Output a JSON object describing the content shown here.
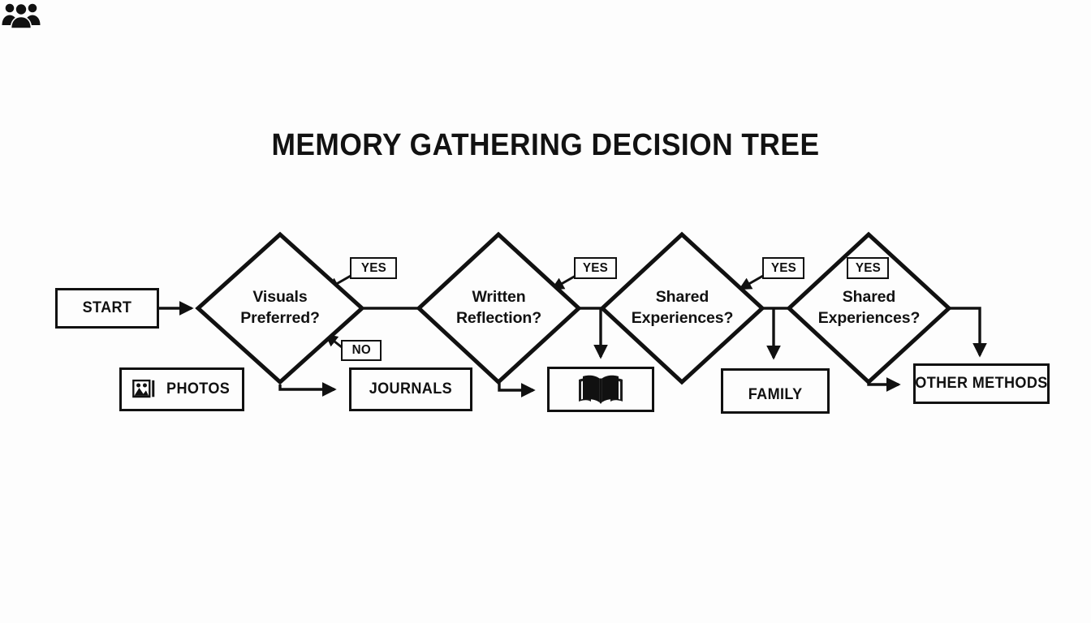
{
  "title": "MEMORY GATHERING DECISION TREE",
  "theme": {
    "background": "#fdfdfd",
    "stroke": "#111111",
    "text": "#111111",
    "node_fill": "#fdfdfd"
  },
  "chart_data": {
    "type": "diagram",
    "diagram_kind": "decision-tree-flowchart",
    "title": "MEMORY GATHERING DECISION TREE",
    "orientation": "left-to-right",
    "nodes": [
      {
        "id": "start",
        "shape": "rectangle",
        "label": "START",
        "icon": null
      },
      {
        "id": "decision-1",
        "shape": "diamond",
        "label": "Visuals Preferred?",
        "line1": "Visuals",
        "line2": "Preferred?"
      },
      {
        "id": "photos",
        "shape": "rectangle",
        "label": "PHOTOS",
        "icon": "photo-icon"
      },
      {
        "id": "journals",
        "shape": "rectangle",
        "label": "JOURNALS",
        "icon": null
      },
      {
        "id": "decision-2",
        "shape": "diamond",
        "label": "Written Reflection?",
        "line1": "Written",
        "line2": "Reflection?"
      },
      {
        "id": "book",
        "shape": "rectangle",
        "label": "",
        "icon": "open-book-icon"
      },
      {
        "id": "decision-3",
        "shape": "diamond",
        "label": "Shared Experiences?",
        "line1": "Shared",
        "line2": "Experiences?"
      },
      {
        "id": "family",
        "shape": "rectangle",
        "label": "FAMILY",
        "icon": "people-group-icon"
      },
      {
        "id": "decision-4",
        "shape": "diamond",
        "label": "Shared Experiences?",
        "line1": "Shared",
        "line2": "Experiences?"
      },
      {
        "id": "other",
        "shape": "rectangle",
        "label": "OTHER METHODS",
        "icon": null
      }
    ],
    "edge_labels": [
      {
        "id": "yes-1",
        "text": "YES",
        "for": "decision-1"
      },
      {
        "id": "no-1",
        "text": "NO",
        "for": "decision-1"
      },
      {
        "id": "yes-2",
        "text": "YES",
        "for": "decision-2"
      },
      {
        "id": "yes-3",
        "text": "YES",
        "for": "decision-3"
      },
      {
        "id": "yes-4",
        "text": "YES",
        "for": "decision-4"
      }
    ],
    "edges": [
      {
        "from": "start",
        "to": "decision-1",
        "label": "",
        "arrow": true
      },
      {
        "from": "decision-1",
        "to": "decision-2",
        "label": "",
        "arrow": false
      },
      {
        "from": "decision-1",
        "to": "journals",
        "label": "NO",
        "arrow": true
      },
      {
        "from": "decision-2",
        "to": "book",
        "label": "YES",
        "arrow": true
      },
      {
        "from": "decision-2",
        "to": "decision-3",
        "label": "",
        "arrow": false
      },
      {
        "from": "decision-3",
        "to": "family",
        "label": "YES",
        "arrow": true
      },
      {
        "from": "decision-3",
        "to": "decision-4",
        "label": "",
        "arrow": false
      },
      {
        "from": "decision-4",
        "to": "other",
        "label": "YES",
        "arrow": true
      },
      {
        "from": "decision-4",
        "to": "other",
        "label": "",
        "arrow": true
      }
    ]
  },
  "nodes": {
    "start": {
      "label": "START"
    },
    "photos": {
      "label": "PHOTOS",
      "icon": "photo-icon"
    },
    "journals": {
      "label": "JOURNALS"
    },
    "book": {
      "label": "",
      "icon": "open-book-icon"
    },
    "family": {
      "label": "FAMILY",
      "icon": "people-group-icon"
    },
    "other": {
      "label": "OTHER METHODS"
    },
    "decision1": {
      "line1": "Visuals",
      "line2": "Preferred?"
    },
    "decision2": {
      "line1": "Written",
      "line2": "Reflection?"
    },
    "decision3": {
      "line1": "Shared",
      "line2": "Experiences?"
    },
    "decision4": {
      "line1": "Shared",
      "line2": "Experiences?"
    }
  },
  "tags": {
    "yes1": "YES",
    "no1": "NO",
    "yes2": "YES",
    "yes3": "YES",
    "yes4": "YES"
  }
}
